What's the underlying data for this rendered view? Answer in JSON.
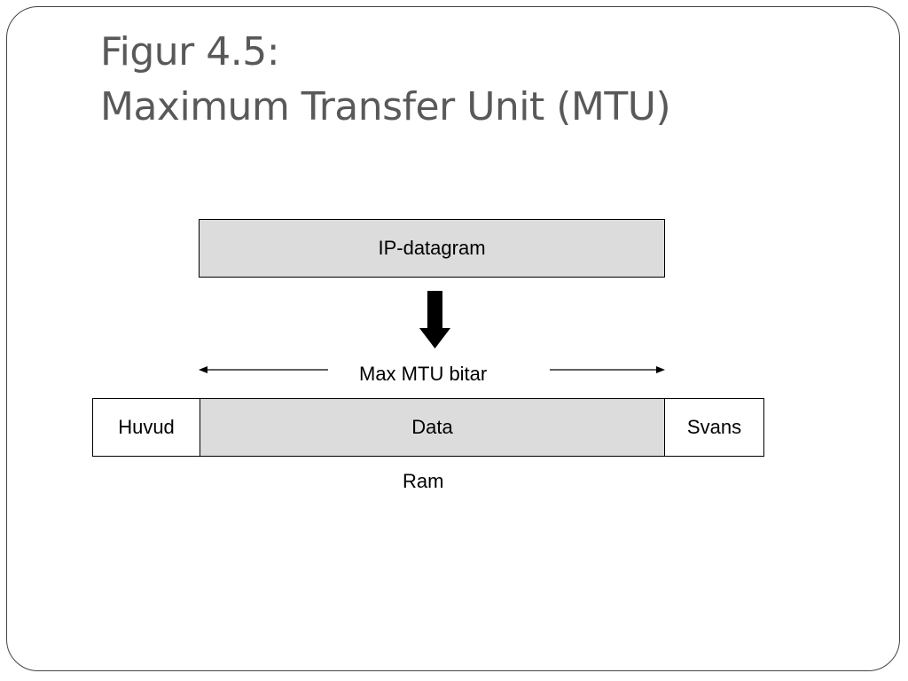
{
  "slide": {
    "title_line1": "Figur 4.5:",
    "title_line2": "Maximum Transfer Unit (MTU)"
  },
  "diagram": {
    "datagram_label": "IP-datagram",
    "mtu_label": "Max MTU bitar",
    "frame": {
      "header_label": "Huvud",
      "data_label": "Data",
      "trailer_label": "Svans"
    },
    "frame_caption": "Ram"
  },
  "colors": {
    "box_fill": "#dcdcdc",
    "title_color": "#595959",
    "stroke": "#000000"
  }
}
